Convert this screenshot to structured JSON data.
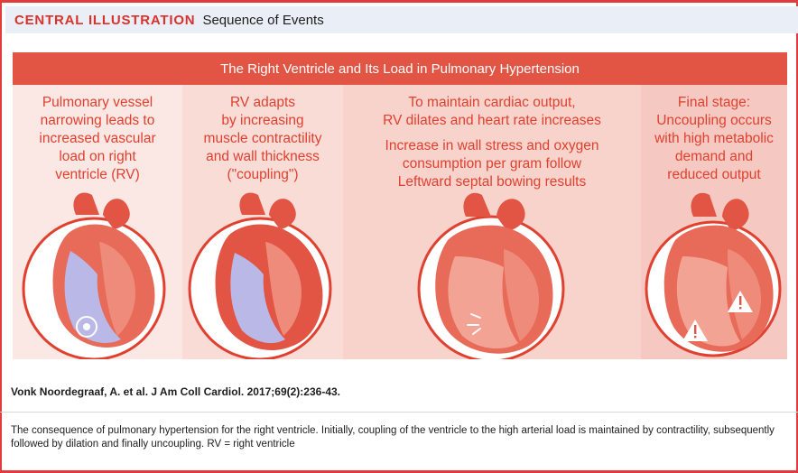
{
  "header": {
    "label": "CENTRAL ILLUSTRATION",
    "subtitle": "Sequence of Events"
  },
  "banner": {
    "title": "The Right Ventricle and Its Load in Pulmonary Hypertension"
  },
  "panels": [
    {
      "text": "Pulmonary vessel\nnarrowing leads to\nincreased vascular\nload on right\nventricle (RV)"
    },
    {
      "text": "RV adapts\nby increasing\nmuscle contractility\nand wall thickness\n(\"coupling\")"
    },
    {
      "text": "To maintain cardiac output,\nRV dilates and heart rate increases",
      "text2": "Increase in wall stress and oxygen\nconsumption per gram follow\nLeftward septal bowing results"
    },
    {
      "text": "Final stage:\nUncoupling occurs\nwith high metabolic\ndemand and\nreduced output"
    }
  ],
  "colors": {
    "accent": "#e25443",
    "panel_bg_1": "#fbe7e3",
    "panel_bg_2": "#f9dcd6",
    "panel_bg_3": "#f7d3cc",
    "panel_bg_4": "#f5c9c1",
    "ventricle": "#b9b8e6"
  },
  "icons": [
    "heart-icon",
    "target-icon",
    "warning-icon"
  ],
  "citation": "Vonk Noordegraaf, A. et al. J Am Coll Cardiol. 2017;69(2):236-43.",
  "caption": "The consequence of pulmonary hypertension for the right ventricle. Initially, coupling of the ventricle to the high arterial load is maintained by contractility, subsequently followed by dilation and finally uncoupling. RV = right ventricle"
}
